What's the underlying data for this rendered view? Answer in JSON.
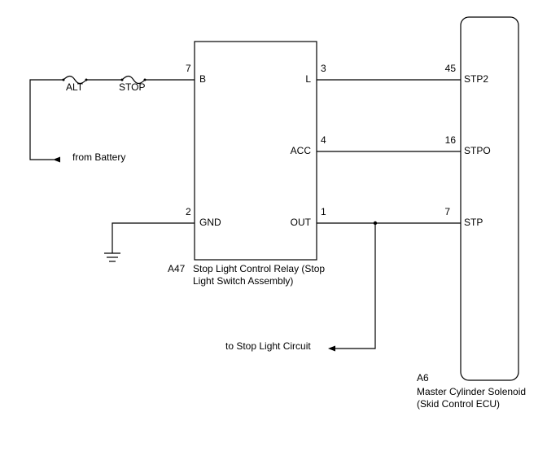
{
  "relay": {
    "code": "A47",
    "name_line1": "Stop Light Control Relay (Stop",
    "name_line2": "Light Switch Assembly)",
    "pins": {
      "b": {
        "num": "7",
        "label": "B"
      },
      "l": {
        "num": "3",
        "label": "L"
      },
      "acc": {
        "num": "4",
        "label": "ACC"
      },
      "gnd": {
        "num": "2",
        "label": "GND"
      },
      "out": {
        "num": "1",
        "label": "OUT"
      }
    }
  },
  "ecu": {
    "code": "A6",
    "name_line1": "Master Cylinder Solenoid",
    "name_line2": "(Skid Control ECU)",
    "pins": {
      "stp2": {
        "num": "45",
        "label": "STP2"
      },
      "stpo": {
        "num": "16",
        "label": "STPO"
      },
      "stp": {
        "num": "7",
        "label": "STP"
      }
    }
  },
  "fuses": {
    "alt": "ALT",
    "stop": "STOP"
  },
  "labels": {
    "from_battery": "from Battery",
    "to_stop_light": "to Stop Light Circuit"
  }
}
